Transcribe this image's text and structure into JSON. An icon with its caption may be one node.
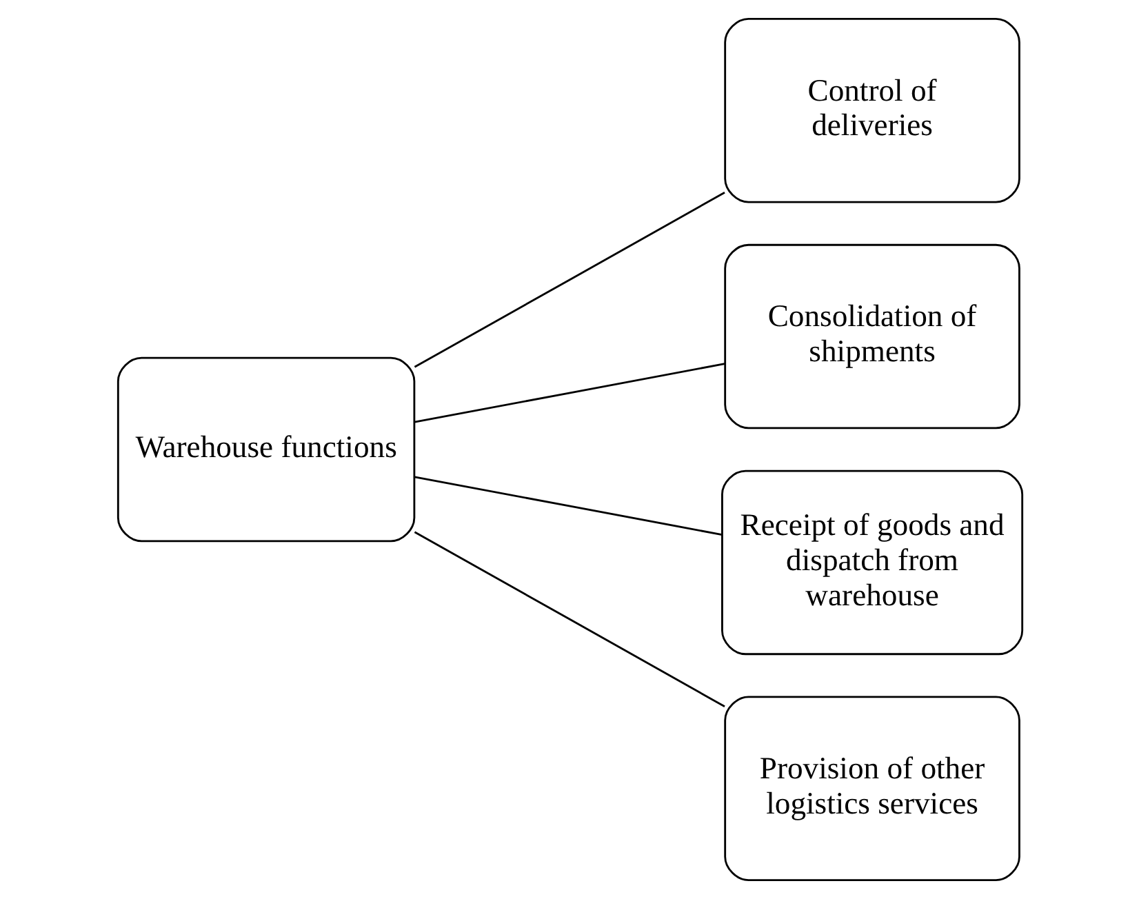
{
  "diagram": {
    "nodes": [
      {
        "text": [
          "Warehouse functions"
        ]
      },
      {
        "text": [
          "Control of deliveries"
        ]
      },
      {
        "text": [
          "Consolidation of shipments"
        ]
      },
      {
        "text": [
          "Receipt of goods and dispatch from warehouse"
        ]
      },
      {
        "text": [
          "Provision of other logistics services"
        ]
      }
    ],
    "edges": [
      {
        "from": 0,
        "to": 1,
        "arrow": "none"
      },
      {
        "from": 0,
        "to": 2,
        "arrow": "none"
      },
      {
        "from": 0,
        "to": 3,
        "arrow": "none"
      },
      {
        "from": 0,
        "to": 4,
        "arrow": "none"
      }
    ]
  }
}
